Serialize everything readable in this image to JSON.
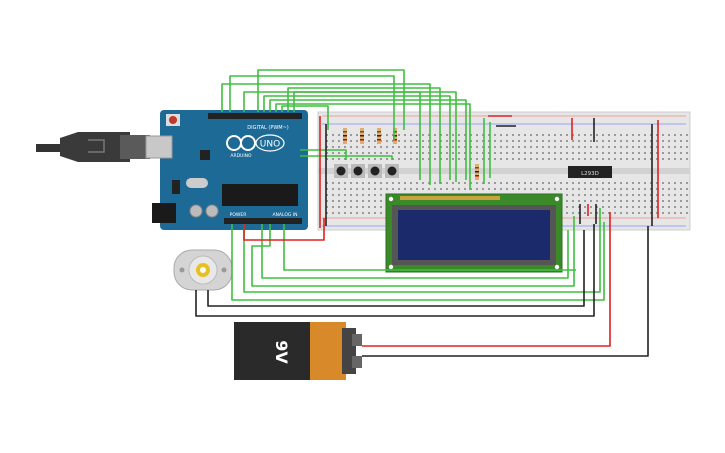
{
  "arduino": {
    "brand_text": "UNO",
    "digital_label": "DIGITAL (PWM~)",
    "power_label": "POWER",
    "analog_label": "ANALOG IN",
    "logo_text": "ARDUINO"
  },
  "battery": {
    "label": "9V"
  },
  "ic": {
    "label": "L293D"
  },
  "colors": {
    "wire_green": "#3fbf3f",
    "wire_red": "#e02020",
    "wire_black": "#222222",
    "board_blue": "#1e6a96",
    "breadboard": "#e6e6e6",
    "lcd_pcb": "#3a8a2a",
    "lcd_screen": "#1a2a6a",
    "battery_copper": "#d88a2a",
    "battery_black": "#2a2a2a"
  }
}
